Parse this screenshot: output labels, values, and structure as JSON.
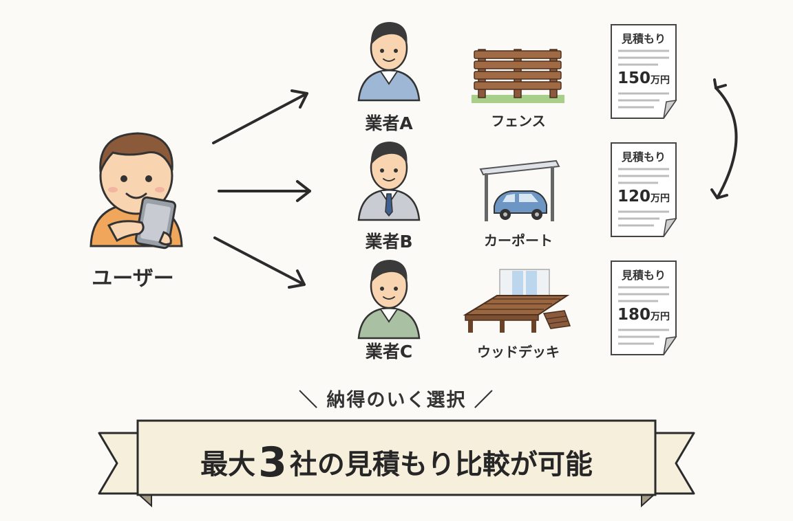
{
  "user": {
    "label": "ユーザー"
  },
  "vendors": [
    {
      "label": "業者A",
      "service": "フェンス",
      "shirt": "#9db7d4"
    },
    {
      "label": "業者B",
      "service": "カーポート",
      "shirt": "#c9ccd2"
    },
    {
      "label": "業者C",
      "service": "ウッドデッキ",
      "shirt": "#a9c0a3"
    }
  ],
  "quotes": [
    {
      "title": "見積もり",
      "amount": "150",
      "unit": "万円"
    },
    {
      "title": "見積もり",
      "amount": "120",
      "unit": "万円"
    },
    {
      "title": "見積もり",
      "amount": "180",
      "unit": "万円"
    }
  ],
  "tagline": "＼ 納得のいく選択 ／",
  "banner": {
    "before": "最大",
    "number": "3",
    "after": "社の見積もり比較が可能"
  },
  "colors": {
    "user_shirt": "#f0a75c",
    "skin": "#f8d5b0",
    "hair": "#8a5a3b",
    "wood": "#8b5a3c",
    "banner_bg": "#f6efdc",
    "car": "#6e96c4"
  }
}
